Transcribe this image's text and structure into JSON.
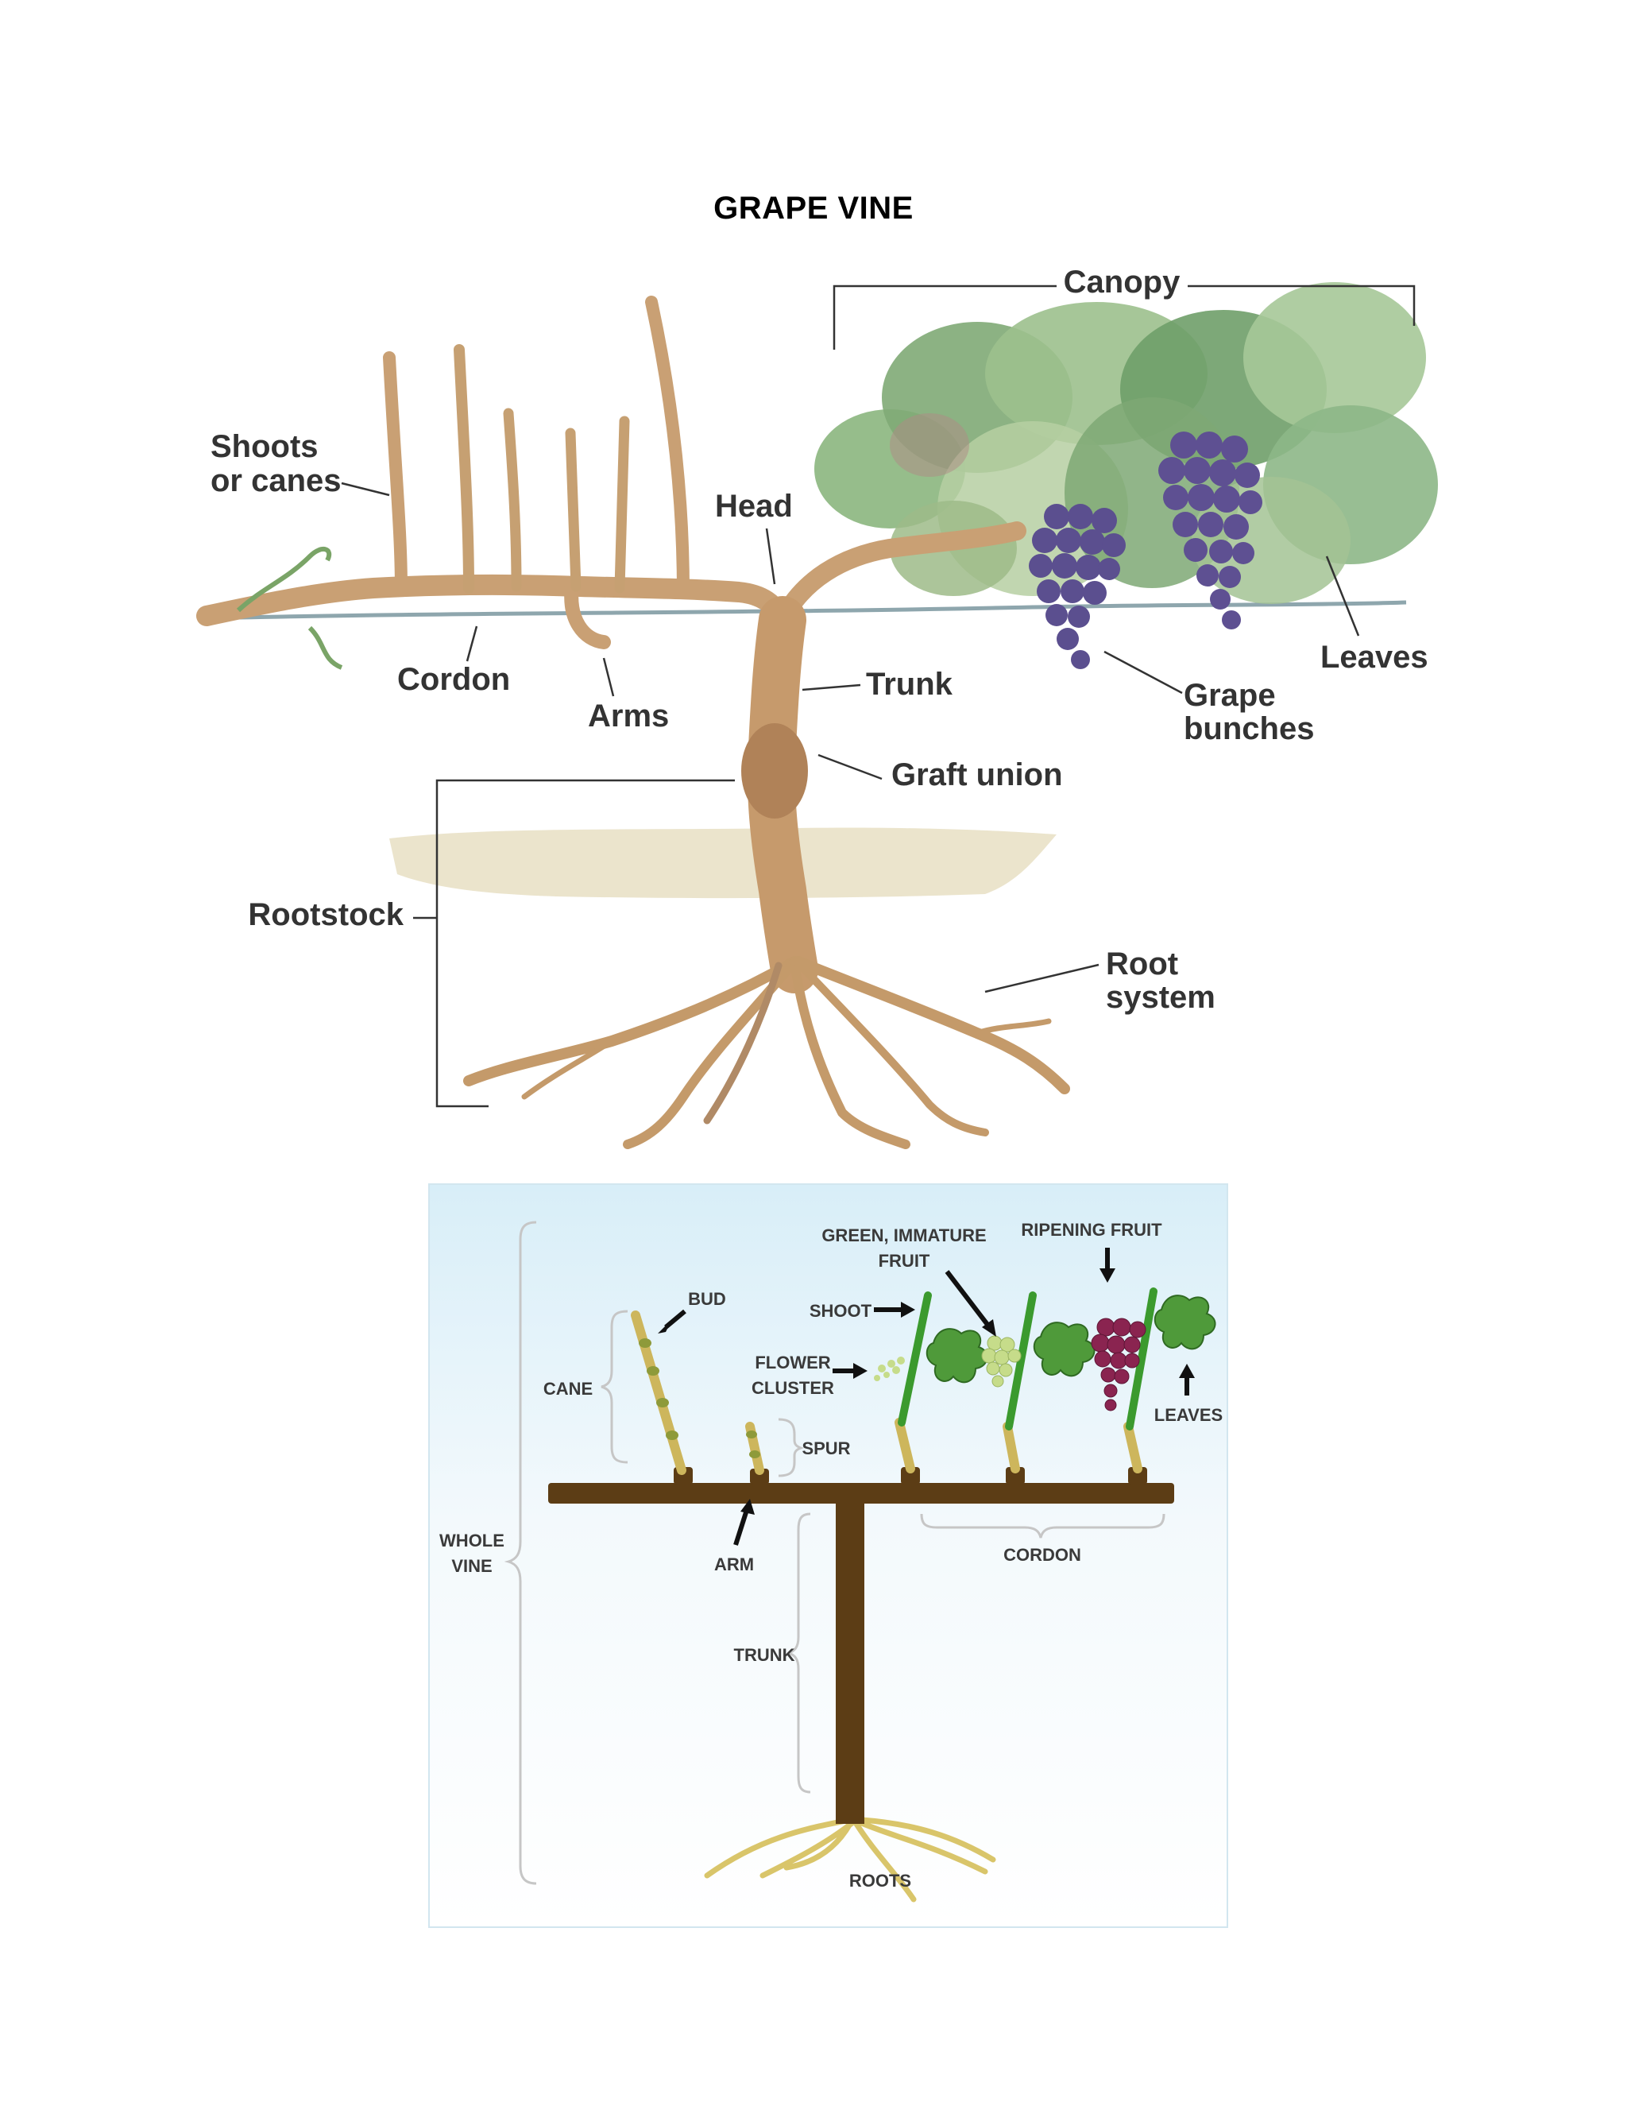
{
  "title": "GRAPE VINE",
  "illustration": {
    "labels": {
      "canopy": "Canopy",
      "shoots_line1": "Shoots",
      "shoots_line2": "or canes",
      "head": "Head",
      "cordon": "Cordon",
      "arms": "Arms",
      "trunk": "Trunk",
      "graft_union": "Graft union",
      "rootstock": "Rootstock",
      "root_system_line1": "Root",
      "root_system_line2": "system",
      "grape_bunches_line1": "Grape",
      "grape_bunches_line2": "bunches",
      "leaves": "Leaves"
    }
  },
  "schematic": {
    "labels": {
      "bud": "BUD",
      "cane": "CANE",
      "spur": "SPUR",
      "shoot": "SHOOT",
      "flower_cluster_line1": "FLOWER",
      "flower_cluster_line2": "CLUSTER",
      "green_fruit_line1": "GREEN, IMMATURE",
      "green_fruit_line2": "FRUIT",
      "ripening_fruit": "RIPENING FRUIT",
      "leaves": "LEAVES",
      "whole_vine_line1": "WHOLE",
      "whole_vine_line2": "VINE",
      "arm": "ARM",
      "cordon": "CORDON",
      "trunk": "TRUNK",
      "roots": "ROOTS"
    },
    "colors": {
      "wood": "#5c3d15",
      "shoot": "#3b9a2e",
      "cane": "#cdb65c",
      "green_fruit": "#c6dc8a",
      "ripe_fruit": "#8a2450",
      "roots": "#d9c56a",
      "sky_top": "#d8eef8"
    }
  }
}
